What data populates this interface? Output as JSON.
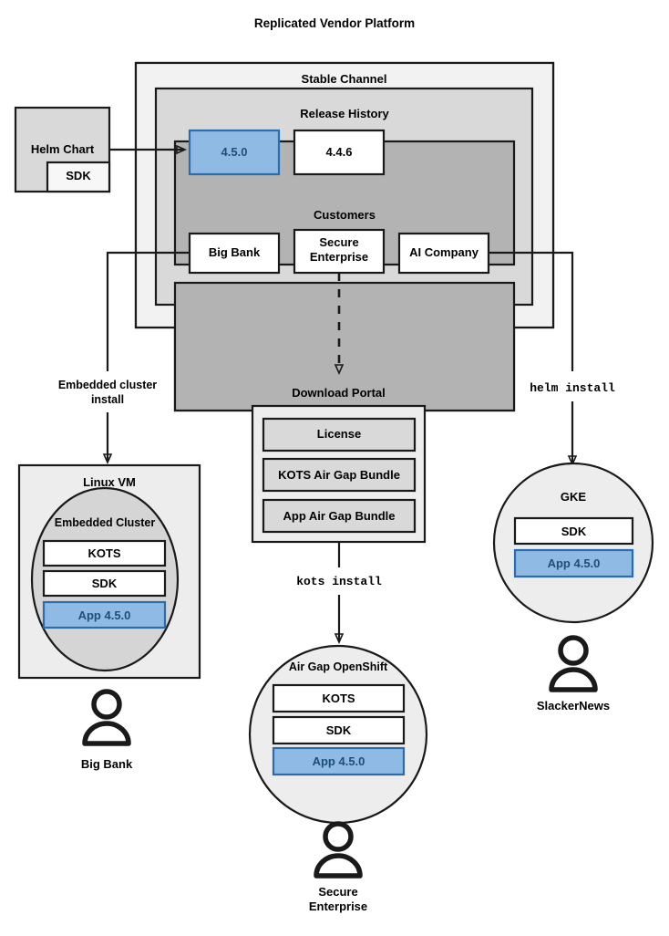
{
  "diagram": {
    "title": "Replicated Vendor Platform",
    "colors": {
      "outer_panel": "#f2f2f2",
      "mid_panel": "#d9d9d9",
      "inner_panel": "#b3b3b3",
      "blue_fill": "#8ebae4",
      "blue_border": "#2a6cb0",
      "blue_text": "#1f4e79",
      "stroke": "#1a1a1a",
      "white": "#ffffff",
      "circle_fill": "#ededed",
      "embedded_circle_fill": "#d5d5d5"
    }
  },
  "helm_chart": {
    "label": "Helm Chart",
    "sdk_label": "SDK"
  },
  "platform": {
    "channel": {
      "label": "Stable Channel"
    },
    "release_history": {
      "label": "Release History",
      "releases": [
        {
          "version": "4.5.0",
          "highlighted": true
        },
        {
          "version": "4.4.6",
          "highlighted": false
        }
      ]
    },
    "customers": {
      "label": "Customers",
      "items": [
        {
          "name": "Big Bank"
        },
        {
          "name": "Secure\nEnterprise"
        },
        {
          "name": "AI Company"
        }
      ]
    }
  },
  "edges": {
    "embedded_cluster_install": "Embedded cluster\ninstall",
    "kots_install": "kots install",
    "helm_install": "helm install"
  },
  "linux_vm": {
    "label": "Linux VM",
    "embedded_cluster": {
      "label": "Embedded Cluster",
      "components": [
        {
          "label": "KOTS",
          "highlighted": false
        },
        {
          "label": "SDK",
          "highlighted": false
        },
        {
          "label": "App 4.5.0",
          "highlighted": true
        }
      ]
    },
    "actor": "Big Bank"
  },
  "download_portal": {
    "label": "Download Portal",
    "items": [
      {
        "label": "License"
      },
      {
        "label": "KOTS Air Gap Bundle"
      },
      {
        "label": "App Air Gap Bundle"
      }
    ]
  },
  "air_gap_openshift": {
    "label": "Air Gap OpenShift",
    "components": [
      {
        "label": "KOTS",
        "highlighted": false
      },
      {
        "label": "SDK",
        "highlighted": false
      },
      {
        "label": "App 4.5.0",
        "highlighted": true
      }
    ],
    "actor": "Secure\nEnterprise"
  },
  "gke": {
    "label": "GKE",
    "components": [
      {
        "label": "SDK",
        "highlighted": false
      },
      {
        "label": "App 4.5.0",
        "highlighted": true
      }
    ],
    "actor": "SlackerNews"
  }
}
